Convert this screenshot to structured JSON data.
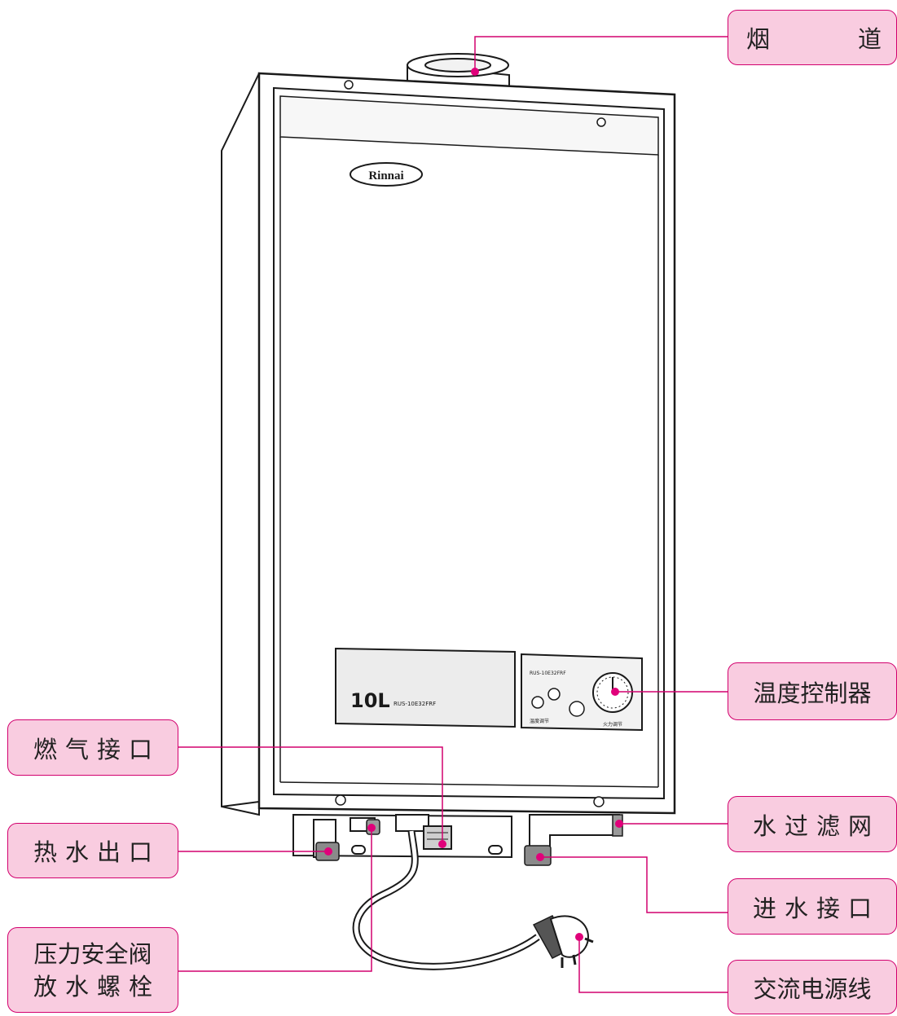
{
  "product": {
    "brand_logo": "Rinnai",
    "capacity_label": "10L",
    "model_text": "RUS-10E32FRF",
    "panel_top_text": "RUS-10E32FRF",
    "panel_label_left": "温度调节",
    "panel_label_right": "火力调节"
  },
  "labels": {
    "flue_left": "烟",
    "flue_right": "道",
    "temp_controller": "温度控制器",
    "gas_inlet": "燃气接口",
    "water_filter": "水过滤网",
    "hot_water_outlet": "热水出口",
    "water_inlet": "进水接口",
    "safety_valve_line1": "压力安全阀",
    "safety_valve_line2": "放水螺栓",
    "power_cord": "交流电源线"
  },
  "colors": {
    "label_fill": "#f9cce0",
    "label_border": "#d2006e",
    "leader_line": "#d2006e",
    "leader_dot": "#e0007a",
    "outline": "#1a1a1a"
  }
}
